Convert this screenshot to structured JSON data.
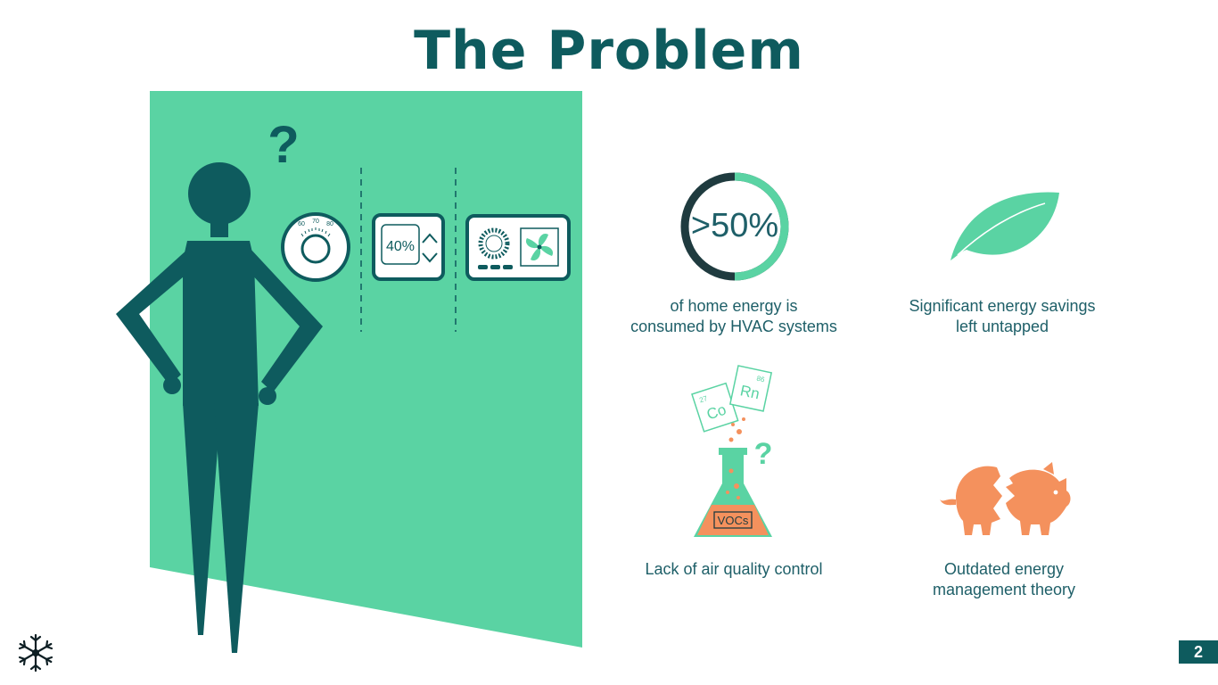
{
  "slide": {
    "title": "The Problem",
    "page_number": "2"
  },
  "illustration": {
    "question_mark": "?",
    "thermostat_ticks": [
      "60",
      "70",
      "80"
    ],
    "humidity_display": "40%"
  },
  "items": [
    {
      "icon": "percent-ring-icon",
      "stat": ">50%",
      "stat_fraction": 0.5,
      "caption_lines": [
        "of home energy is",
        "consumed by HVAC systems"
      ]
    },
    {
      "icon": "leaf-icon",
      "caption_lines": [
        "Significant energy savings",
        "left untapped"
      ]
    },
    {
      "icon": "chemistry-flask-icon",
      "flask_label": "VOCs",
      "element_cards": [
        {
          "symbol": "Co",
          "number": "27"
        },
        {
          "symbol": "Rn",
          "number": "86"
        }
      ],
      "question_mark": "?",
      "caption_lines": [
        "Lack of air quality control"
      ]
    },
    {
      "icon": "broken-piggy-bank-icon",
      "caption_lines": [
        "Outdated energy",
        "management theory"
      ]
    }
  ],
  "colors": {
    "brand_dark": "#0e5b5e",
    "mint": "#5ad3a3",
    "orange": "#f4915d",
    "text": "#1e5f68"
  }
}
